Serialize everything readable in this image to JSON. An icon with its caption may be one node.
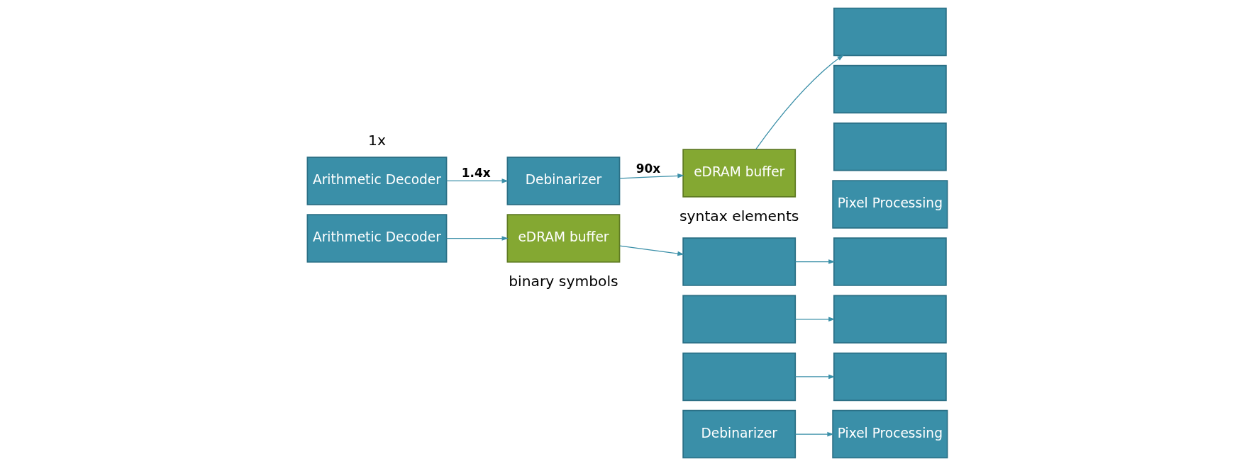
{
  "diagram": {
    "nodes": [
      {
        "text": [
          "Arithmetic Decoder"
        ],
        "beside": [
          "1x"
        ]
      },
      {
        "text": [
          "Debinarizer"
        ]
      },
      {
        "text": [
          "eDRAM buffer"
        ],
        "beside": [
          "syntax elements"
        ]
      },
      {
        "text": [],
        "shape": "box"
      },
      {
        "text": [],
        "shape": "box"
      },
      {
        "text": [],
        "shape": "box"
      },
      {
        "text": [
          "Pixel Processing"
        ]
      },
      {
        "text": [
          "Arithmetic Decoder"
        ]
      },
      {
        "text": [
          "eDRAM buffer"
        ],
        "beside": [
          "binary symbols"
        ]
      },
      {
        "text": [],
        "shape": "box"
      },
      {
        "text": [],
        "shape": "box"
      },
      {
        "text": [],
        "shape": "box"
      },
      {
        "text": [
          "Debinarizer"
        ]
      },
      {
        "text": [],
        "shape": "box"
      },
      {
        "text": [],
        "shape": "box"
      },
      {
        "text": [],
        "shape": "box"
      },
      {
        "text": [
          "Pixel Processing"
        ]
      }
    ],
    "edges": [
      {
        "from": 0,
        "to": 1,
        "arrow": "to",
        "label": "1.4x"
      },
      {
        "from": 1,
        "to": 2,
        "arrow": "to",
        "label": "90x"
      },
      {
        "from": 2,
        "to": 3,
        "arrow": "to"
      },
      {
        "from": 7,
        "to": 8,
        "arrow": "to"
      },
      {
        "from": 8,
        "to": 9,
        "arrow": "to"
      },
      {
        "from": 9,
        "to": 13,
        "arrow": "to"
      },
      {
        "from": 10,
        "to": 14,
        "arrow": "to"
      },
      {
        "from": 11,
        "to": 15,
        "arrow": "to"
      },
      {
        "from": 12,
        "to": 16,
        "arrow": "to"
      }
    ]
  }
}
